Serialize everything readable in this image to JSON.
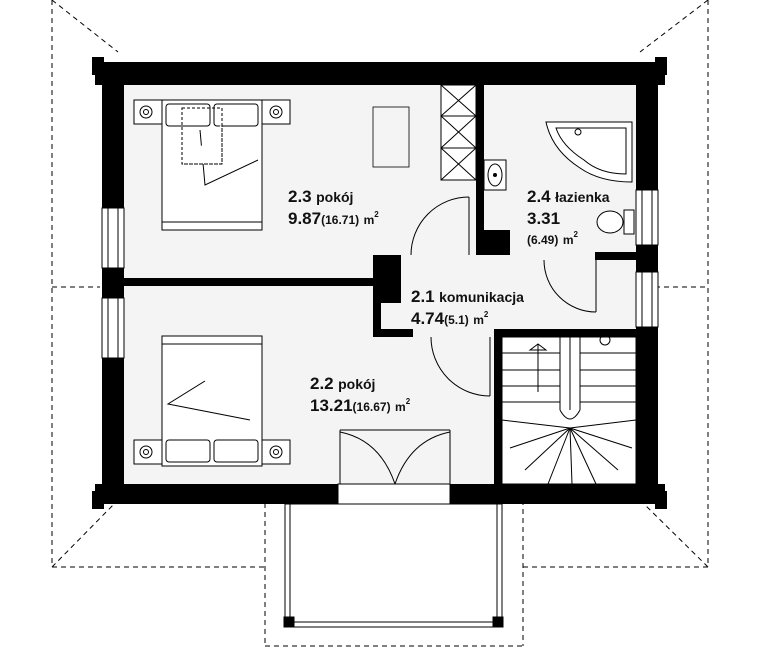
{
  "rooms": [
    {
      "number": "2.3",
      "name": "pokój",
      "area": "9.87",
      "area_alt": "(16.71)",
      "unit": "m",
      "unit_sup": "2"
    },
    {
      "number": "2.4",
      "name": "łazienka",
      "area": "3.31",
      "area_alt": "(6.49)",
      "unit": "m",
      "unit_sup": "2"
    },
    {
      "number": "2.1",
      "name": "komunikacja",
      "area": "4.74",
      "area_alt": "(5.1)",
      "unit": "m",
      "unit_sup": "2"
    },
    {
      "number": "2.2",
      "name": "pokój",
      "area": "13.21",
      "area_alt": "(16.67)",
      "unit": "m",
      "unit_sup": "2"
    }
  ],
  "colors": {
    "wall": "#000000",
    "floor": "#f4f4f4",
    "line": "#000000",
    "dashed": "#000000"
  },
  "icons": [
    "bed-icon",
    "bathtub-icon",
    "sink-icon",
    "toilet-icon",
    "wardrobe-icon",
    "staircase-icon",
    "door-swing-icon",
    "window-icon",
    "balcony-icon"
  ]
}
